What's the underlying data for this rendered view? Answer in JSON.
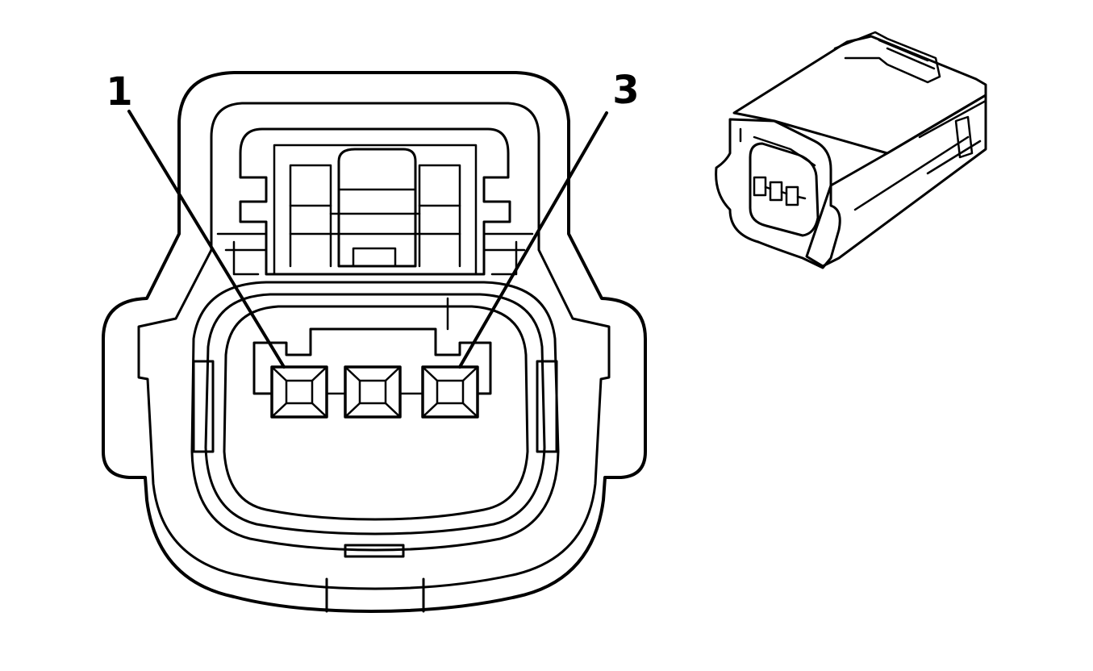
{
  "diagram": {
    "callouts": [
      {
        "id": "pin-1",
        "label": "1"
      },
      {
        "id": "pin-3",
        "label": "3"
      }
    ],
    "terminal_count": 3,
    "colors": {
      "line": "#000000",
      "background": "#ffffff"
    }
  }
}
